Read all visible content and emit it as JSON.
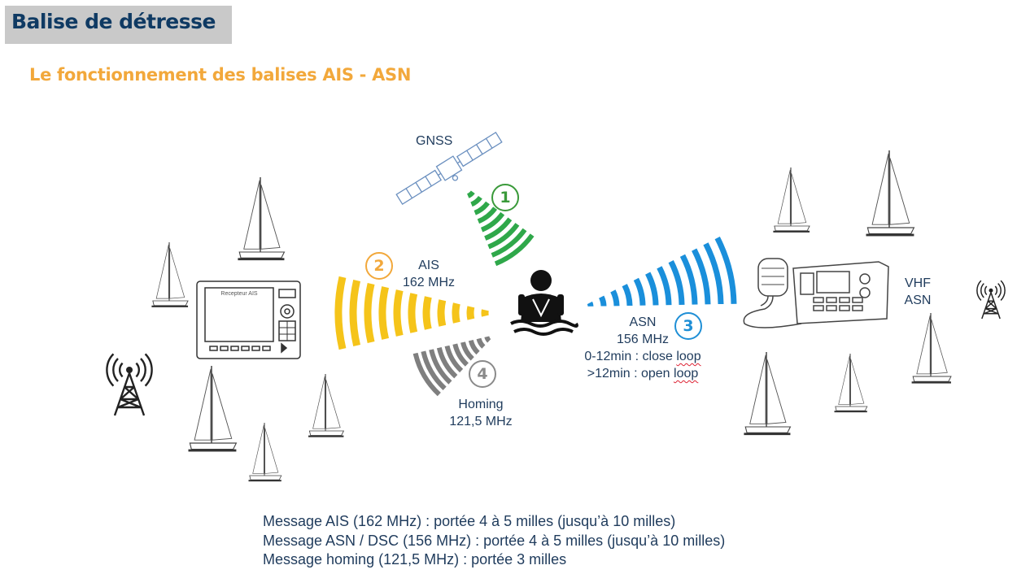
{
  "header": {
    "title": "Balise de détresse",
    "subtitle": "Le fonctionnement des balises AIS - ASN"
  },
  "labels": {
    "gnss": "GNSS",
    "ais": {
      "name": "AIS",
      "freq": "162 MHz"
    },
    "vhf": {
      "line1": "VHF",
      "line2": "ASN"
    },
    "asn": {
      "name": "ASN",
      "freq": "156 MHz",
      "loop1_prefix": "0-12min : close ",
      "loop1_word": "loop",
      "loop2_prefix": ">12min : open ",
      "loop2_word": "loop"
    },
    "homing": {
      "name": "Homing",
      "freq": "121,5 MHz"
    },
    "receiver_screen": "Recepteur AIS"
  },
  "steps": [
    {
      "num": "1",
      "color": "#3a9a3a"
    },
    {
      "num": "2",
      "color": "#f2a83b"
    },
    {
      "num": "3",
      "color": "#1f8fd6"
    },
    {
      "num": "4",
      "color": "#8a8a8a"
    }
  ],
  "signal_colors": {
    "gnss": "#2fa84a",
    "ais": "#f5c41a",
    "asn": "#1a8fdb",
    "homing": "#7f7f7f"
  },
  "notes": [
    "Message AIS (162 MHz) : portée 4 à 5 milles (jusqu’à 10 milles)",
    "Message ASN /  DSC (156 MHz) : portée 4 à 5 milles (jusqu’à 10 milles)",
    "Message homing (121,5 MHz) : portée 3 milles"
  ]
}
